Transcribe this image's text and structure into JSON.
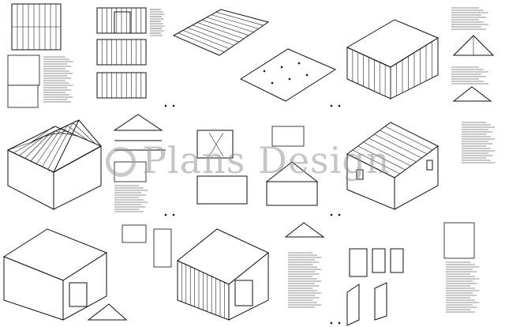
{
  "document": {
    "panels": [
      {
        "subject": "floor-frame-plan"
      },
      {
        "subject": "wall-framing-elevations"
      },
      {
        "subject": "floor-joist-isometric"
      },
      {
        "subject": "wall-frame-isometric"
      },
      {
        "subject": "truss-details"
      },
      {
        "subject": "roof-frame-isometric"
      },
      {
        "subject": "truss-layout"
      },
      {
        "subject": "door-elevation"
      },
      {
        "subject": "gable-end-elevation"
      },
      {
        "subject": "sheathed-shed-isometric"
      },
      {
        "subject": "shingled-shed-isometric"
      },
      {
        "subject": "door-details"
      }
    ]
  },
  "watermark": {
    "text": "Plans Design"
  },
  "colors": {
    "line": "#111111",
    "paper": "#ffffff",
    "watermark": "#969696"
  }
}
